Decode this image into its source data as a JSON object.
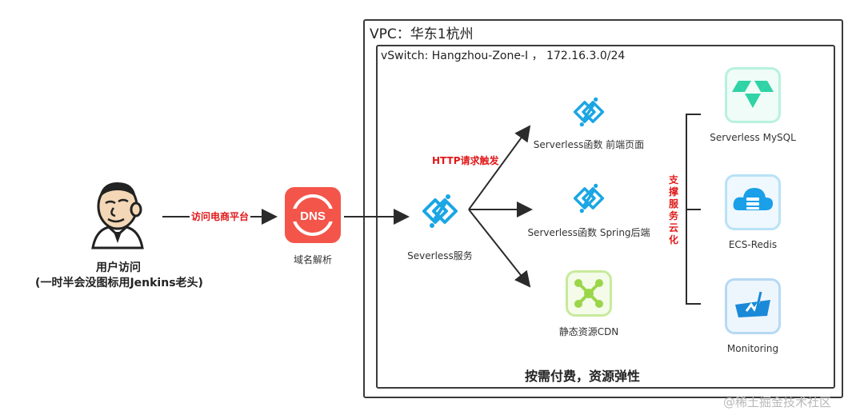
{
  "vpc": {
    "title": "VPC：华东1杭州"
  },
  "vswitch": {
    "title": "vSwitch: Hangzhou-Zone-I ， 172.16.3.0/24"
  },
  "user": {
    "label": "用户访问",
    "note": "(一时半会没图标用Jenkins老头)"
  },
  "edges": {
    "visit_label": "访问电商平台",
    "http_trigger": "HTTP请求触发"
  },
  "dns": {
    "icon_text": "DNS",
    "label": "域名解析"
  },
  "serverless_service": {
    "label": "Severless服务"
  },
  "functions": [
    {
      "label": "Serverless函数 前端页面"
    },
    {
      "label": "Serverless函数 Spring后端"
    }
  ],
  "cdn": {
    "label": "静态资源CDN"
  },
  "support_label": "支撑服务云化",
  "backend_services": [
    {
      "label": "Serverless MySQL",
      "icon": "mysql-icon",
      "color": "#2fd3a5"
    },
    {
      "label": "ECS-Redis",
      "icon": "redis-cloud-icon",
      "color": "#1aa0e8"
    },
    {
      "label": "Monitoring",
      "icon": "monitoring-icon",
      "color": "#1a8ad8"
    }
  ],
  "footer": "按需付费，资源弹性",
  "watermark": "@稀土掘金技术社区",
  "colors": {
    "dns": "#f4554a",
    "serverless": "#1aa6e4",
    "cdn": "#9bd64a",
    "accent_red": "#e11919"
  }
}
